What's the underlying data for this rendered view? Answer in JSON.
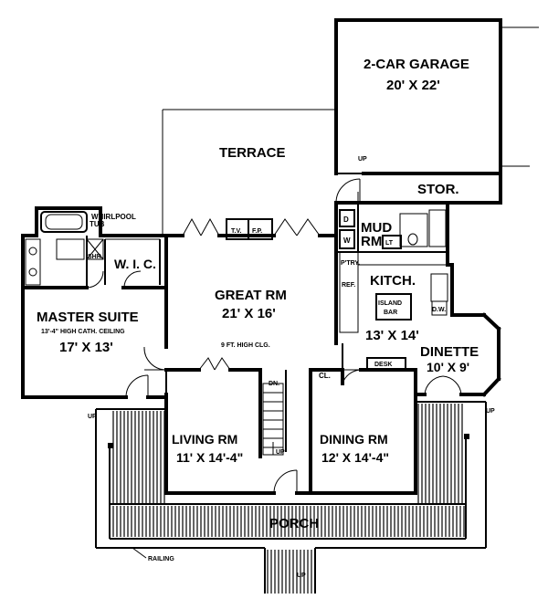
{
  "rooms": {
    "garage": {
      "name": "2-CAR GARAGE",
      "dim": "20' X 22'"
    },
    "terrace": {
      "name": "TERRACE"
    },
    "stor": {
      "name": "STOR."
    },
    "mud": {
      "name_line1": "MUD",
      "name_line2": "RM"
    },
    "kitchen": {
      "name": "KITCH.",
      "dim": "13' X 14'"
    },
    "dinette": {
      "name": "DINETTE",
      "dim": "10' X 9'"
    },
    "great": {
      "name": "GREAT RM",
      "dim": "21' X 16'",
      "note": "9 FT. HIGH CLG."
    },
    "master": {
      "name": "MASTER SUITE",
      "note": "13'-4\" HIGH CATH. CEILING",
      "dim": "17' X 13'"
    },
    "wic": {
      "name": "W. I. C."
    },
    "living": {
      "name": "LIVING RM",
      "dim": "11' X 14'-4\""
    },
    "dining": {
      "name": "DINING RM",
      "dim": "12' X 14'-4\""
    },
    "porch": {
      "name": "PORCH"
    }
  },
  "fixtures": {
    "whirlpool_line1": "WHIRLPOOL",
    "whirlpool_line2": "TUB",
    "shr": "SHR.",
    "tv": "T.V.",
    "fp": "F.P.",
    "d": "D",
    "w": "W",
    "lt": "LT",
    "ptry": "P'TRY.",
    "ref": "REF.",
    "island_line1": "ISLAND",
    "island_line2": "BAR",
    "dw": "D.W.",
    "desk": "DESK",
    "cl": "CL.",
    "dn": "DN.",
    "up": "UP",
    "railing": "RAILING"
  }
}
